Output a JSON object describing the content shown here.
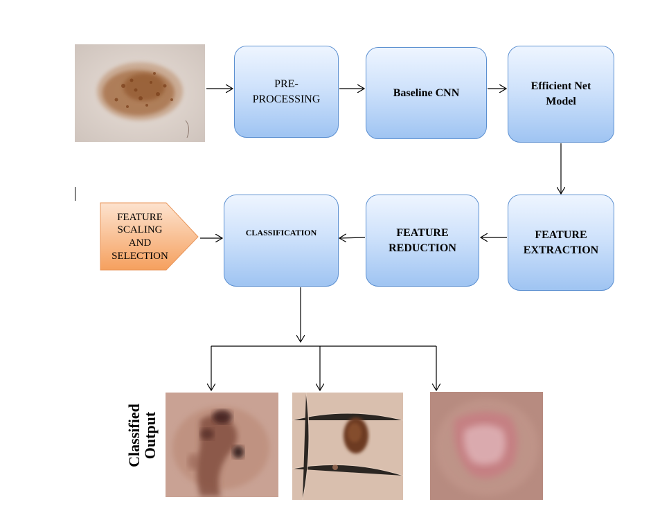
{
  "diagram": {
    "steps": {
      "preprocessing": "PRE-\nPROCESSING",
      "baseline_cnn": "Baseline CNN",
      "efficientnet": "Efficient Net\nModel",
      "feature_extraction": "FEATURE\nEXTRACTION",
      "feature_reduction": "FEATURE\nREDUCTION",
      "classification": "CLASSIFICATION",
      "feature_scaling": "FEATURE\nSCALING\nAND\nSELECTION"
    },
    "output_label": "Classified\nOutput"
  }
}
